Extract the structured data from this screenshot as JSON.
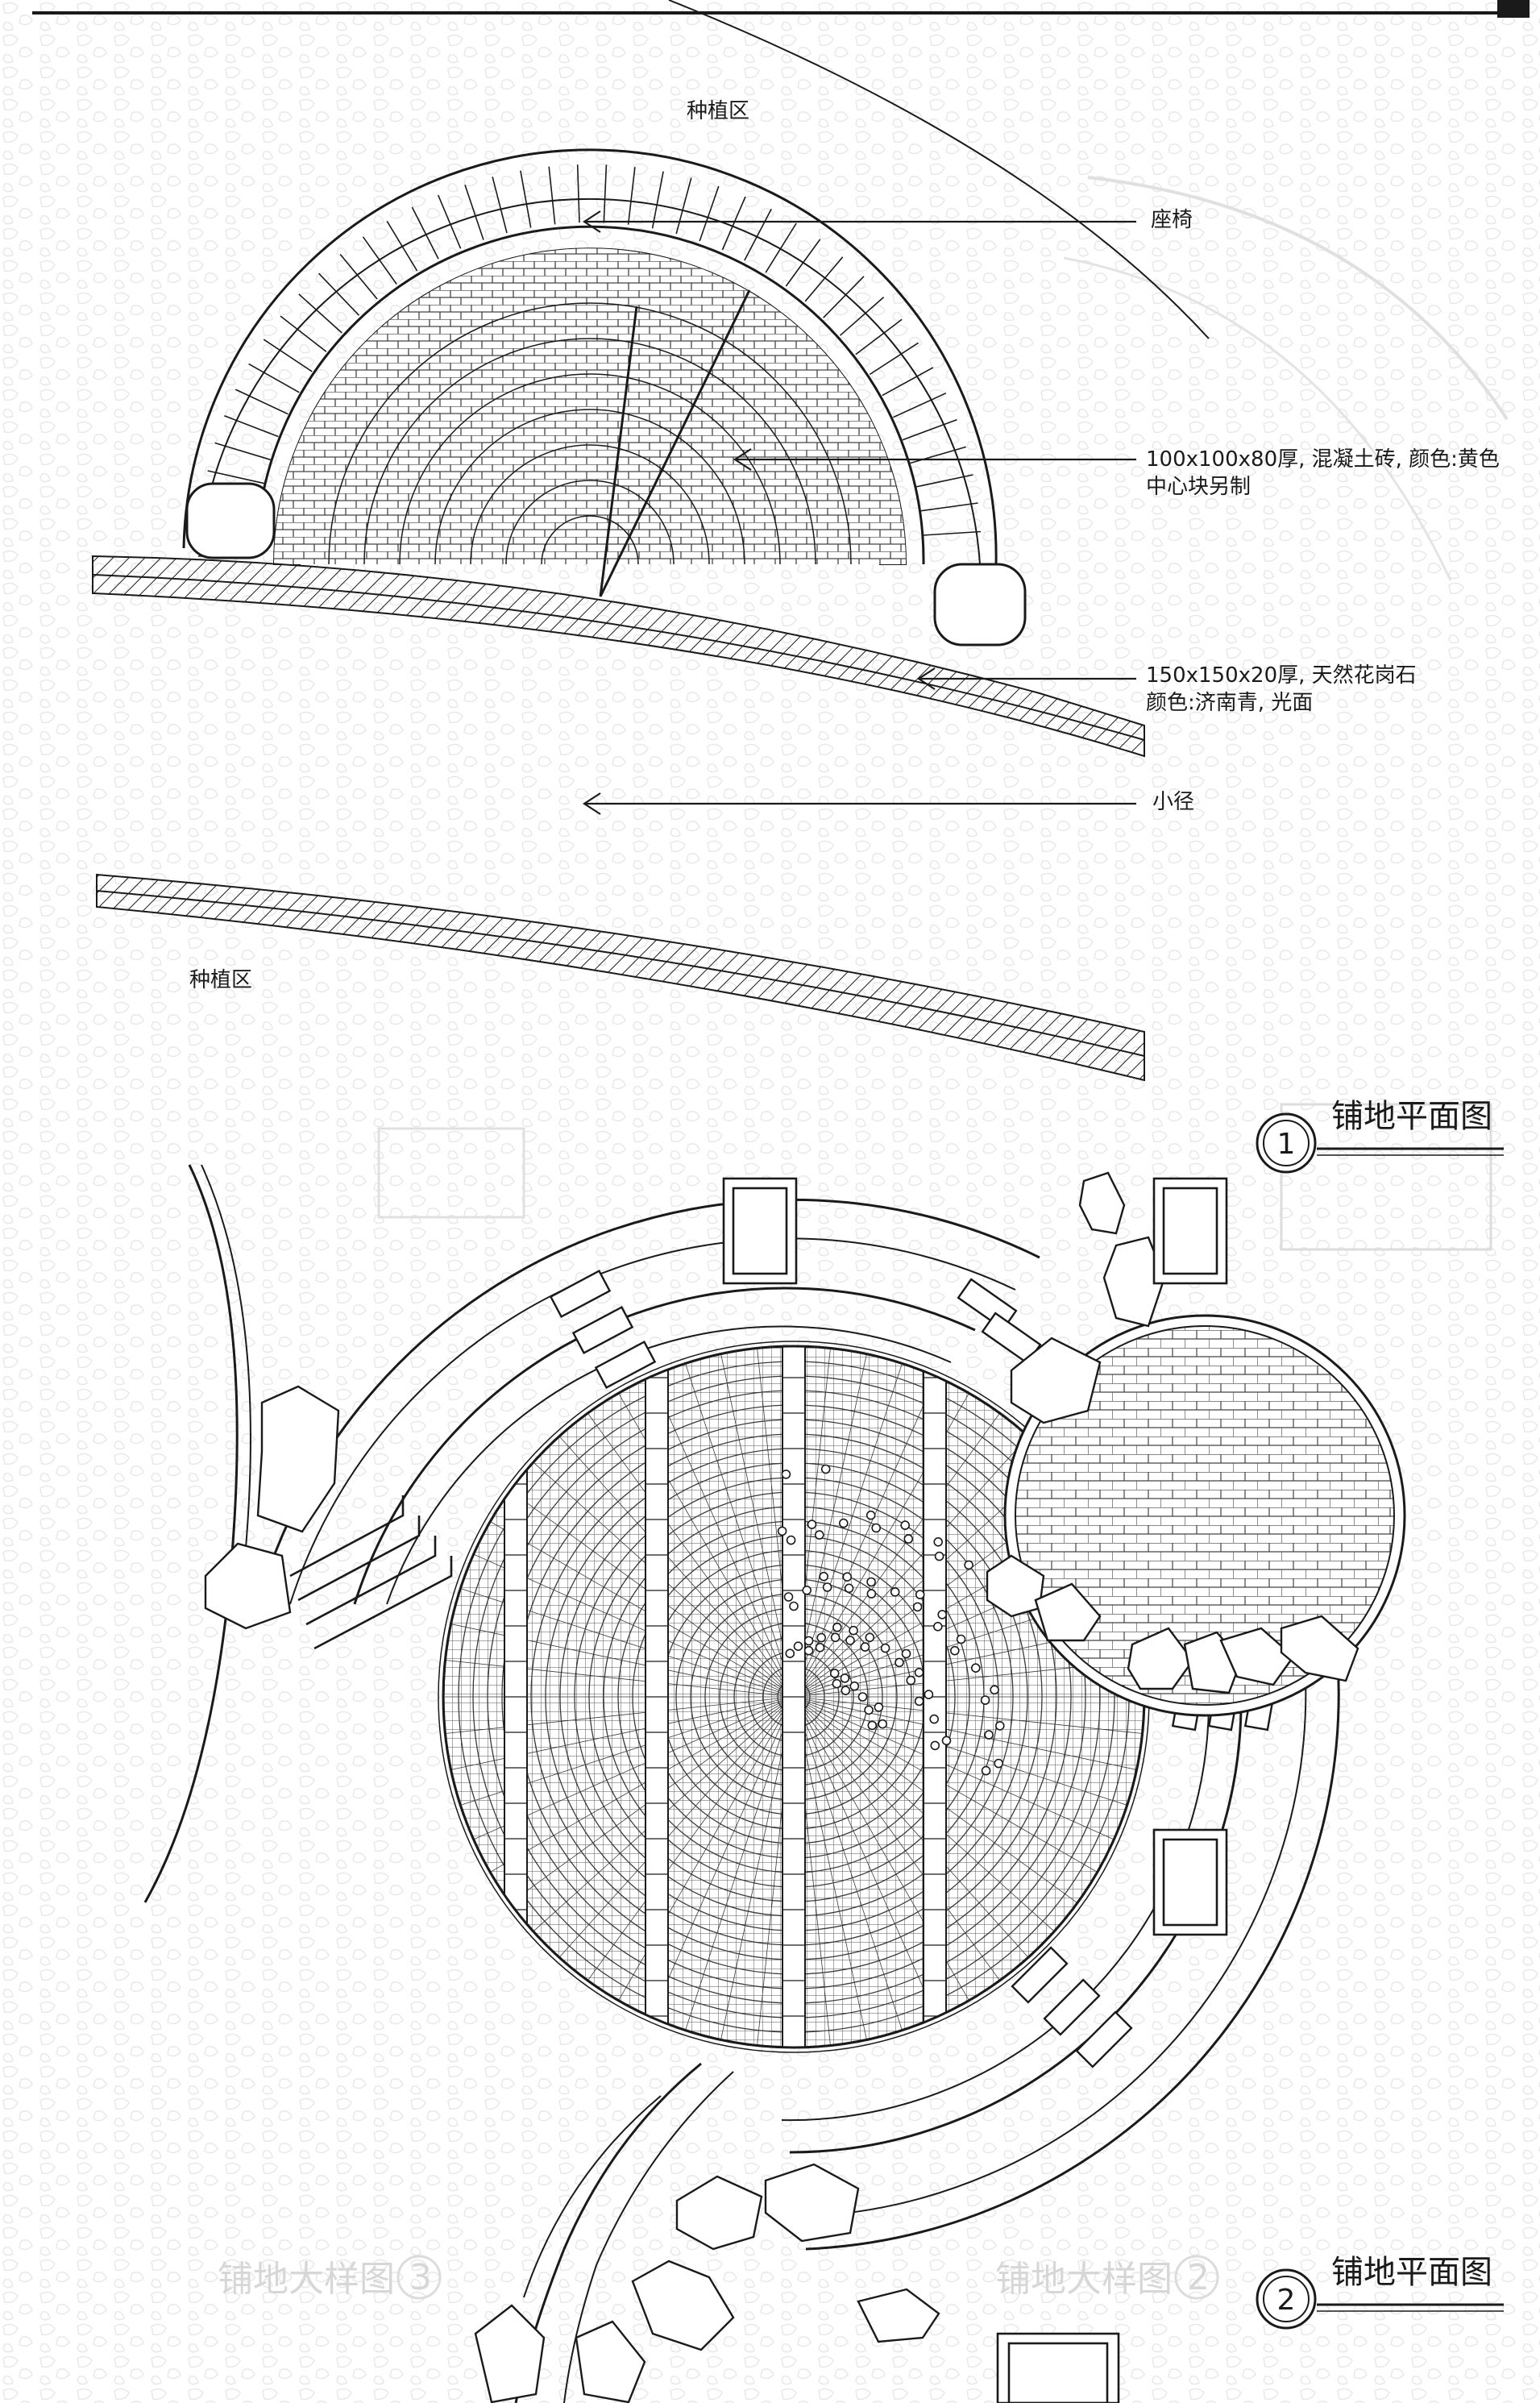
{
  "plan1": {
    "planting_top": "种植区",
    "planting_bottom": "种植区",
    "bench": "座椅",
    "brick_line1": "100x100x80厚, 混凝土砖, 颜色:黄色",
    "brick_line2": "中心块另制",
    "granite_line1": "150x150x20厚, 天然花岗石",
    "granite_line2": "颜色:济南青, 光面",
    "path": "小径",
    "title": "铺地平面图",
    "number": "1"
  },
  "plan2": {
    "title": "铺地平面图",
    "number": "2"
  },
  "background": {
    "ghost_label_1": "铺地大样图",
    "ghost_num_1": "3",
    "ghost_label_2": "铺地大样图",
    "ghost_num_2": "2"
  },
  "colors": {
    "ink": "#1a1a1a",
    "ghost": "#d7d7d7",
    "paper": "#ffffff"
  }
}
